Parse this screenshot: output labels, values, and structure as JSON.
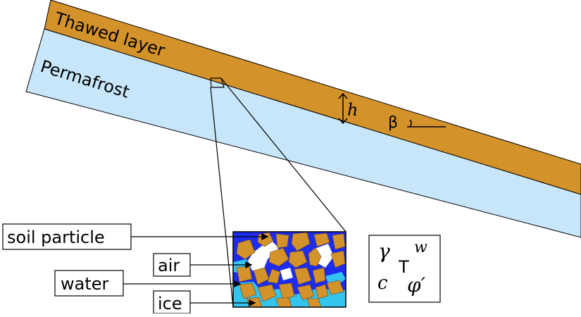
{
  "labels": {
    "thawed_layer": "Thawed layer",
    "permafrost": "Permafrost",
    "thickness": "h",
    "slope_angle": "β",
    "soil_particle": "soil particle",
    "air": "air",
    "water": "water",
    "ice": "ice"
  },
  "parameters": {
    "gamma": "γ",
    "w": "w",
    "tau": "T",
    "c": "c",
    "phi": "φ′"
  },
  "colors": {
    "thawed": "#D4922A",
    "permafrost": "#C8E6FA",
    "water": "#1E2CF0",
    "ice": "#33C4F0",
    "air": "#FFFFFF",
    "particle": "#D4922A",
    "outline": "#000000"
  }
}
